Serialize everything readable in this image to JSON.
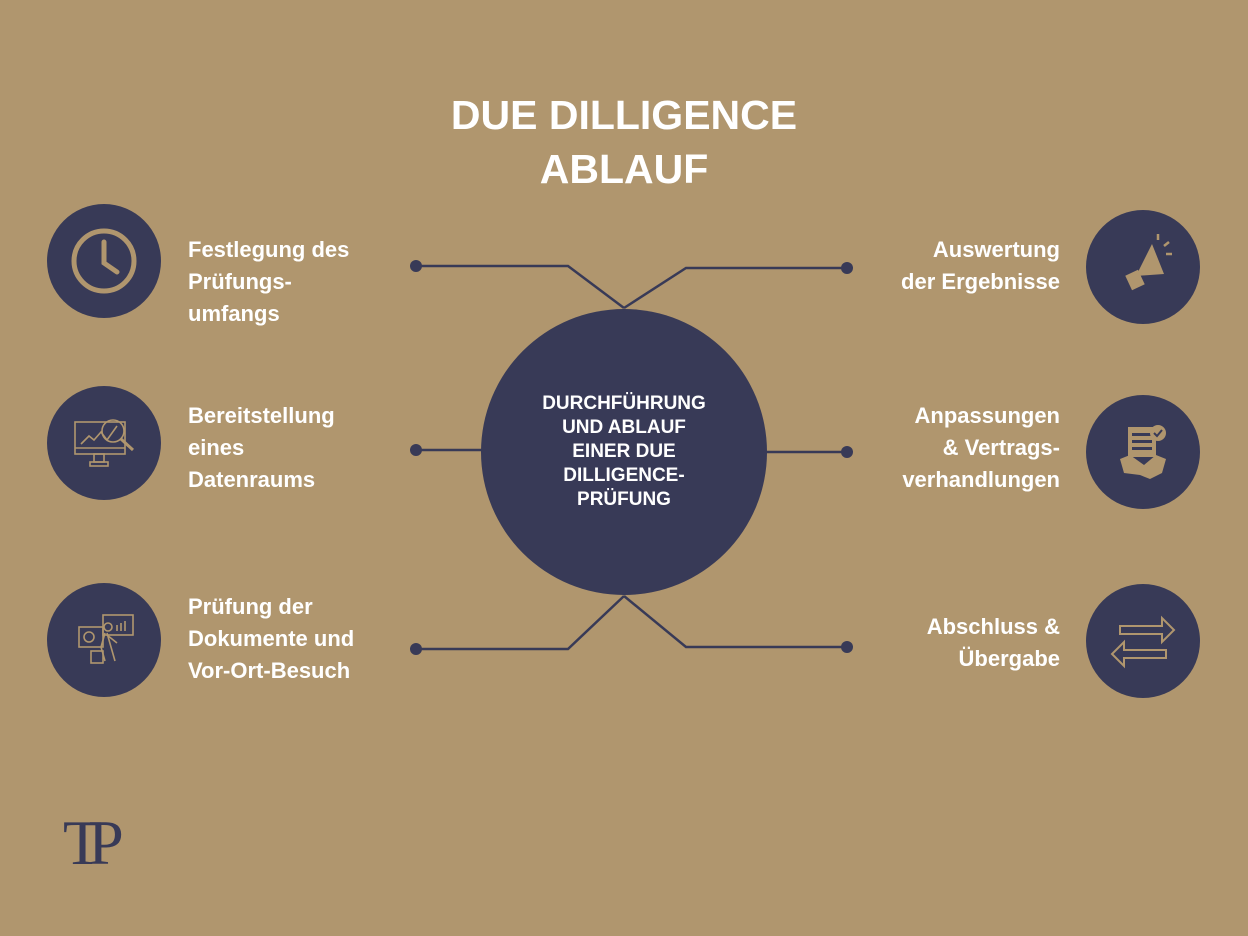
{
  "title": {
    "line1": "DUE DILLIGENCE",
    "line2": "ABLAUF"
  },
  "center": {
    "lines": [
      "DURCHFÜHRUNG",
      "UND ABLAUF",
      "EINER DUE",
      "DILLIGENCE-",
      "PRÜFUNG"
    ]
  },
  "steps_left": [
    {
      "icon": "clock-icon",
      "lines": [
        "Festlegung des",
        "Prüfungs-",
        "umfangs"
      ]
    },
    {
      "icon": "monitor-analysis-icon",
      "lines": [
        "Bereitstellung",
        "eines",
        "Datenraums"
      ]
    },
    {
      "icon": "site-visit-icon",
      "lines": [
        "Prüfung der",
        "Dokumente und",
        "Vor-Ort-Besuch"
      ]
    }
  ],
  "steps_right": [
    {
      "icon": "megaphone-icon",
      "lines": [
        "Auswertung",
        "der Ergebnisse"
      ]
    },
    {
      "icon": "contract-handshake-icon",
      "lines": [
        "Anpassungen",
        "& Vertrags-",
        "verhandlungen"
      ]
    },
    {
      "icon": "exchange-arrows-icon",
      "lines": [
        "Abschluss &",
        "Übergabe"
      ]
    }
  ],
  "logo": "TP",
  "colors": {
    "background": "#B0966E",
    "navy": "#383A57",
    "text": "#FFFFFF"
  }
}
